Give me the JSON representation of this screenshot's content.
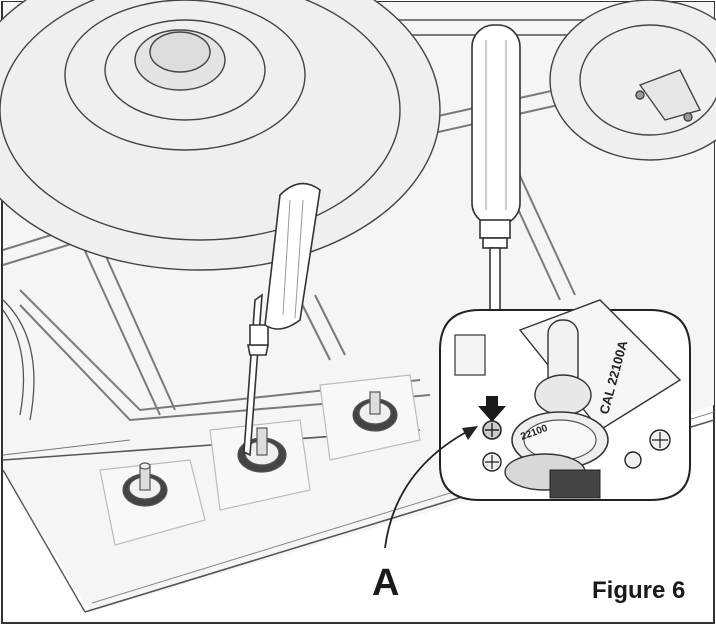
{
  "callout_label": "A",
  "figure_caption": "Figure 6",
  "valve_marking": "CAL 22100A",
  "valve_marking_small": "22100",
  "colors": {
    "line": "#3a3a3a",
    "grate": "#8a8a8a",
    "hob_fill": "#f4f4f4",
    "burner_fill": "#ececec",
    "knob_fill": "#f8f8f8",
    "detail_bg": "#ffffff",
    "arrow": "#1a1a1a"
  },
  "icons": {
    "screwdriver": "screwdriver-icon",
    "arrow": "down-arrow-icon"
  }
}
